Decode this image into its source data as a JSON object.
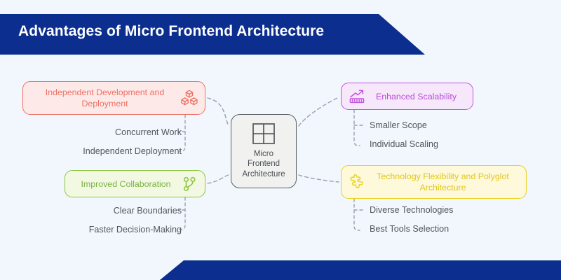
{
  "header": {
    "title": "Advantages of Micro Frontend Architecture",
    "background_color": "#0c2f8f",
    "text_color": "#ffffff"
  },
  "footer": {
    "background_color": "#0c2f8f"
  },
  "canvas": {
    "background_color": "#f2f6fd"
  },
  "center": {
    "label": "Micro\nFrontend\nArchitecture",
    "icon": "grid-four-panes-icon",
    "background_color": "#f1f1f0",
    "border_color": "#5c5f66",
    "text_color": "#4a4d53"
  },
  "branches": [
    {
      "id": "independent",
      "label": "Independent Development and Deployment",
      "icon": "stacked-cubes-icon",
      "accent_color": "#ef6f64",
      "background_color": "#fdeae8",
      "side": "left",
      "sub_items": [
        {
          "id": "concurrent-work",
          "label": "Concurrent Work"
        },
        {
          "id": "independent-deployment",
          "label": "Independent Deployment"
        }
      ]
    },
    {
      "id": "collaboration",
      "label": "Improved Collaboration",
      "icon": "git-branch-icon",
      "accent_color": "#7cb342",
      "background_color": "#f2f8e2",
      "side": "left",
      "sub_items": [
        {
          "id": "clear-boundaries",
          "label": "Clear Boundaries"
        },
        {
          "id": "faster-decision-making",
          "label": "Faster Decision-Making"
        }
      ]
    },
    {
      "id": "scalability",
      "label": "Enhanced Scalability",
      "icon": "scalability-growth-icon",
      "accent_color": "#b44fd8",
      "background_color": "#f7e7fb",
      "side": "right",
      "sub_items": [
        {
          "id": "smaller-scope",
          "label": "Smaller Scope"
        },
        {
          "id": "individual-scaling",
          "label": "Individual Scaling"
        }
      ]
    },
    {
      "id": "technology",
      "label": "Technology Flexibility and Polyglot Architecture",
      "icon": "puzzle-piece-icon",
      "accent_color": "#e2c61c",
      "background_color": "#fdf9da",
      "side": "right",
      "sub_items": [
        {
          "id": "diverse-technologies",
          "label": "Diverse Technologies"
        },
        {
          "id": "best-tools-selection",
          "label": "Best Tools Selection"
        }
      ]
    }
  ]
}
